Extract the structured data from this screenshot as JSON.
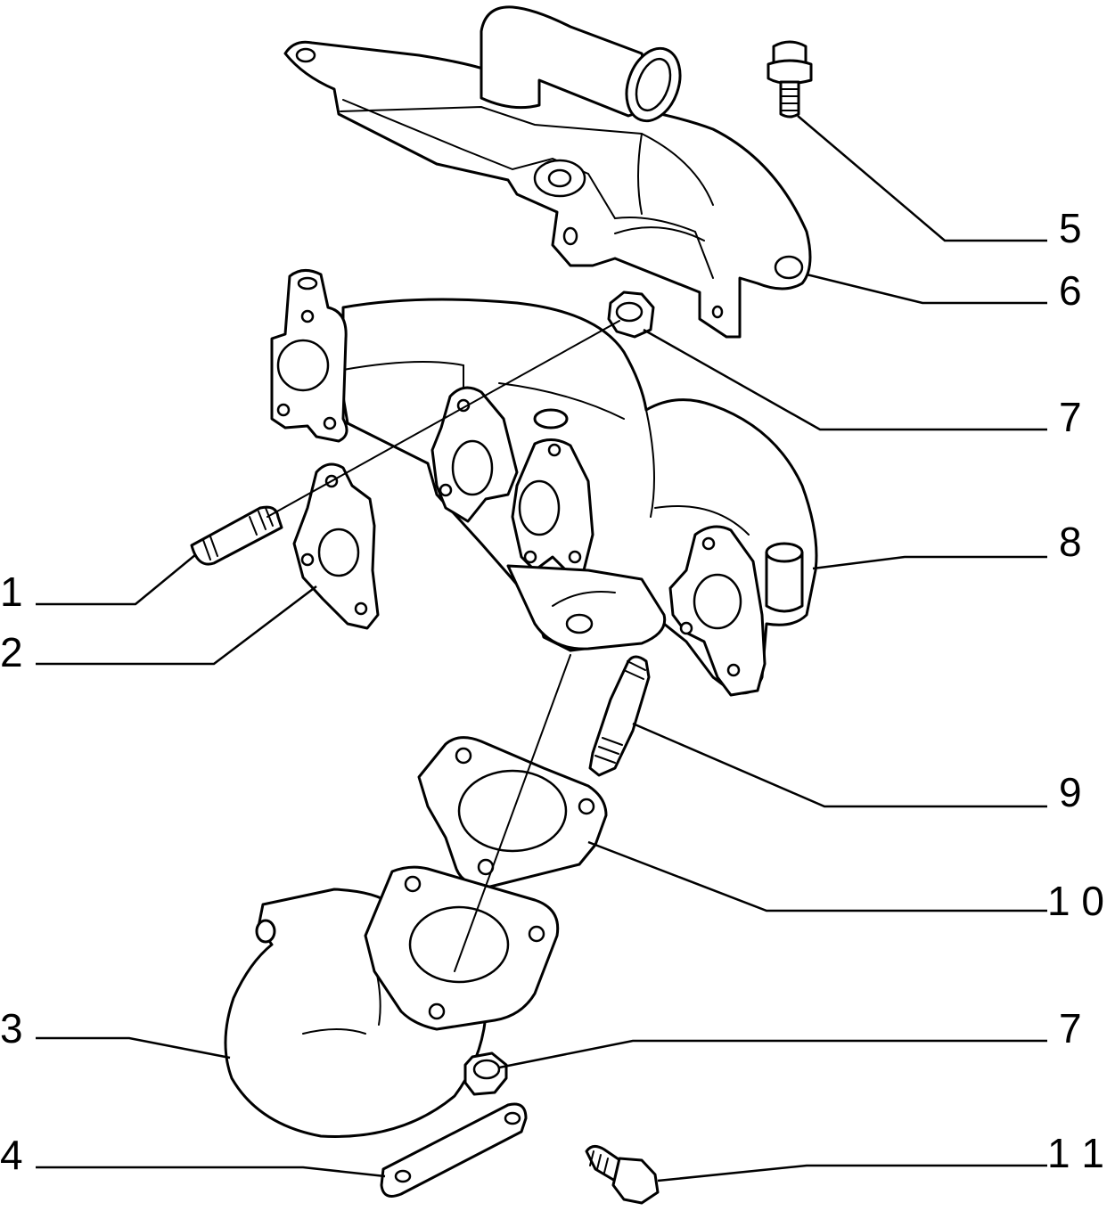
{
  "diagram": {
    "callouts": [
      {
        "id": "c5",
        "label": "5"
      },
      {
        "id": "c6",
        "label": "6"
      },
      {
        "id": "c7a",
        "label": "7"
      },
      {
        "id": "c8",
        "label": "8"
      },
      {
        "id": "c1",
        "label": "1"
      },
      {
        "id": "c2",
        "label": "2"
      },
      {
        "id": "c9",
        "label": "9"
      },
      {
        "id": "c10",
        "label": "1 0"
      },
      {
        "id": "c3",
        "label": "3"
      },
      {
        "id": "c7b",
        "label": "7"
      },
      {
        "id": "c4",
        "label": "4"
      },
      {
        "id": "c11",
        "label": "1 1"
      }
    ]
  }
}
